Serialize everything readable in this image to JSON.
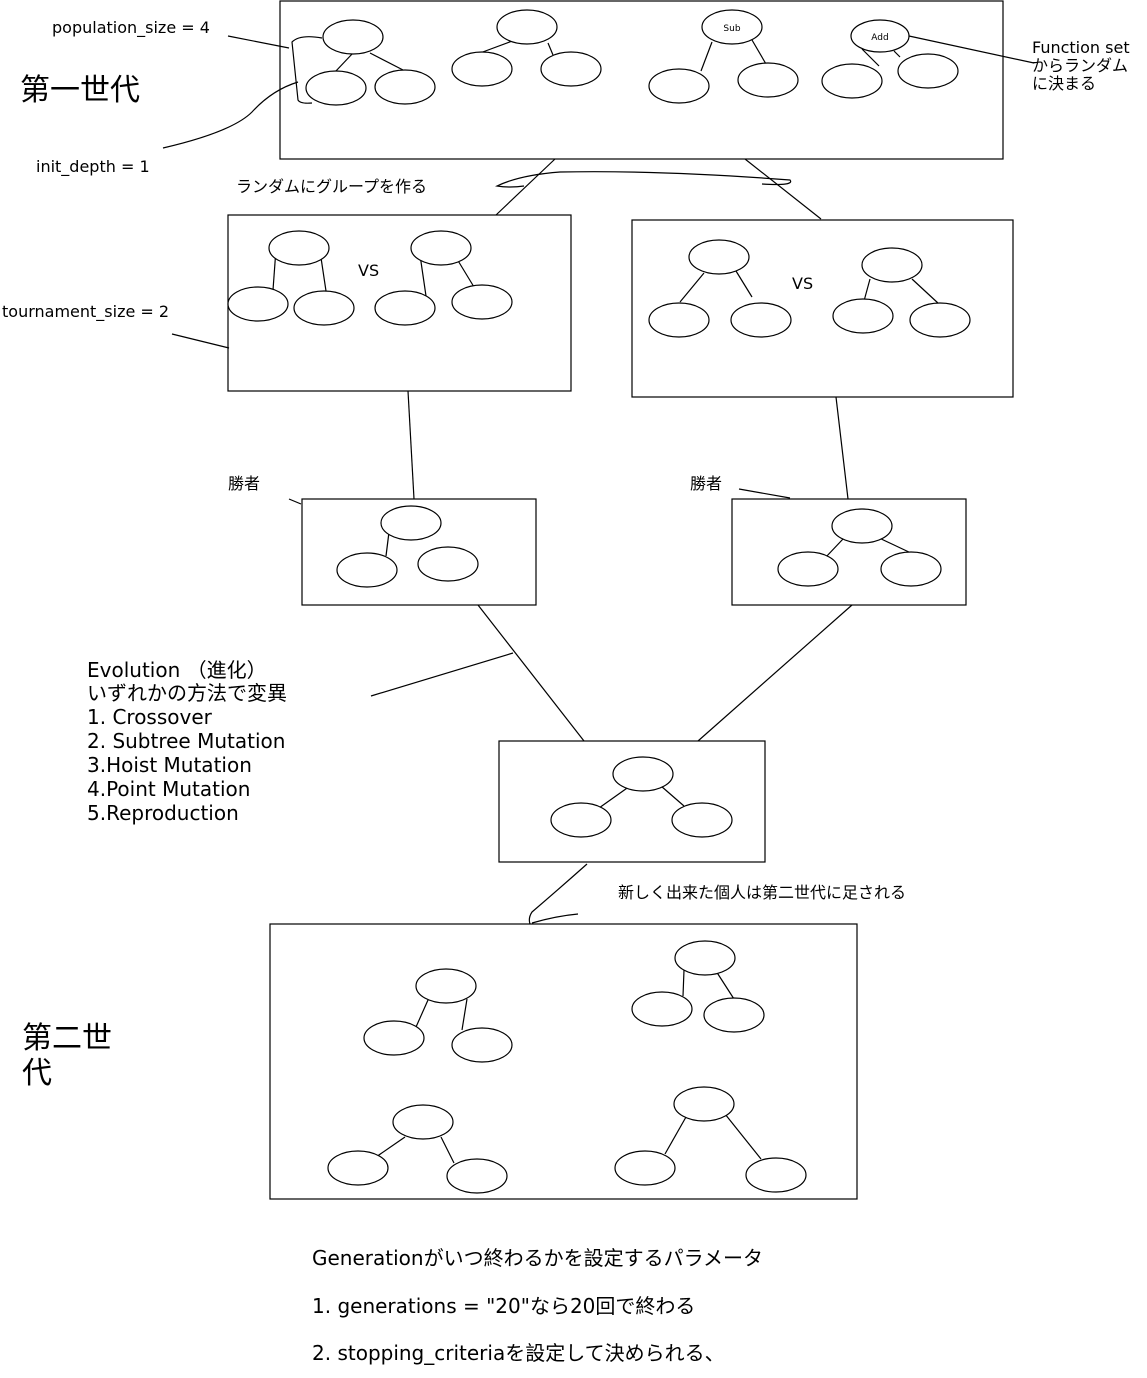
{
  "labels": {
    "population_size": "population_size = 4",
    "init_depth": "init_depth = 1",
    "gen1": "第一世代",
    "function_set": [
      "Function set",
      "からランダム",
      "に決まる"
    ],
    "random_group": "ランダムにグループを作る",
    "tournament_size": "tournament_size = 2",
    "vs": "VS",
    "winner": "勝者",
    "evolution": [
      "Evolution （進化）",
      "いずれかの方法で変異",
      "1. Crossover",
      "2. Subtree Mutation",
      "3.Hoist Mutation",
      "4.Point Mutation",
      "5.Reproduction"
    ],
    "new_individual": "新しく出来た個人は第二世代に足される",
    "gen2": [
      "第二世",
      "代"
    ],
    "params": [
      "Generationがいつ終わるかを設定するパラメータ",
      "1. generations = \"20\"なら20回で終わる",
      "2. stopping_criteriaを設定して決められる、"
    ]
  },
  "nodes": {
    "sub": "Sub",
    "add": "Add"
  }
}
